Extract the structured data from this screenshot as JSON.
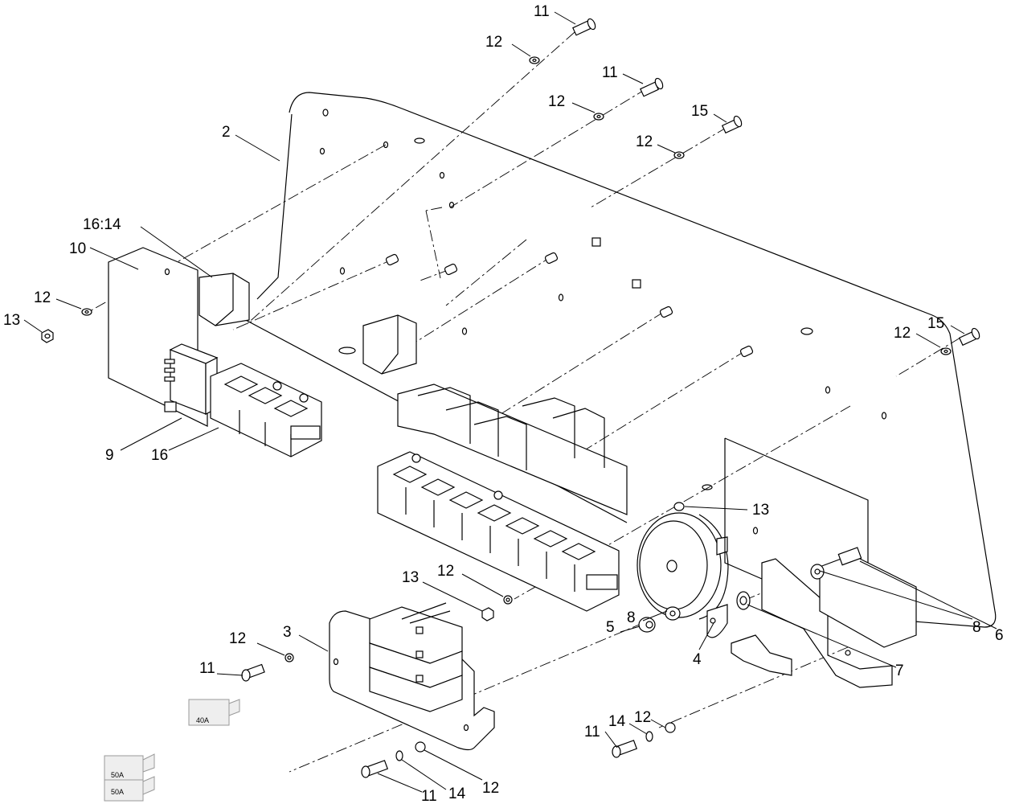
{
  "diagram": {
    "callouts": [
      {
        "id": "c-11-a",
        "text": "11"
      },
      {
        "id": "c-12-a",
        "text": "12"
      },
      {
        "id": "c-11-b",
        "text": "11"
      },
      {
        "id": "c-12-b",
        "text": "12"
      },
      {
        "id": "c-15-a",
        "text": "15"
      },
      {
        "id": "c-12-c",
        "text": "12"
      },
      {
        "id": "c-2",
        "text": "2"
      },
      {
        "id": "c-16-14",
        "text": "16:14"
      },
      {
        "id": "c-10",
        "text": "10"
      },
      {
        "id": "c-12-d",
        "text": "12"
      },
      {
        "id": "c-13-a",
        "text": "13"
      },
      {
        "id": "c-9",
        "text": "9"
      },
      {
        "id": "c-16",
        "text": "16"
      },
      {
        "id": "c-12-e",
        "text": "12"
      },
      {
        "id": "c-15-b",
        "text": "15"
      },
      {
        "id": "c-13-b",
        "text": "13"
      },
      {
        "id": "c-6",
        "text": "6"
      },
      {
        "id": "c-8-a",
        "text": "8"
      },
      {
        "id": "c-7",
        "text": "7"
      },
      {
        "id": "c-4",
        "text": "4"
      },
      {
        "id": "c-8-b",
        "text": "8"
      },
      {
        "id": "c-5",
        "text": "5"
      },
      {
        "id": "c-13-c",
        "text": "13"
      },
      {
        "id": "c-12-f",
        "text": "12"
      },
      {
        "id": "c-3",
        "text": "3"
      },
      {
        "id": "c-12-g",
        "text": "12"
      },
      {
        "id": "c-11-c",
        "text": "11"
      },
      {
        "id": "c-12-h",
        "text": "12"
      },
      {
        "id": "c-14-a",
        "text": "14"
      },
      {
        "id": "c-11-d",
        "text": "11"
      },
      {
        "id": "c-11-e",
        "text": "11"
      },
      {
        "id": "c-14-b",
        "text": "14"
      },
      {
        "id": "c-12-i",
        "text": "12"
      }
    ],
    "fuses": [
      {
        "id": "fuse-40",
        "text": "40A"
      },
      {
        "id": "fuse-50-a",
        "text": "50A"
      },
      {
        "id": "fuse-50-b",
        "text": "50A"
      }
    ]
  }
}
